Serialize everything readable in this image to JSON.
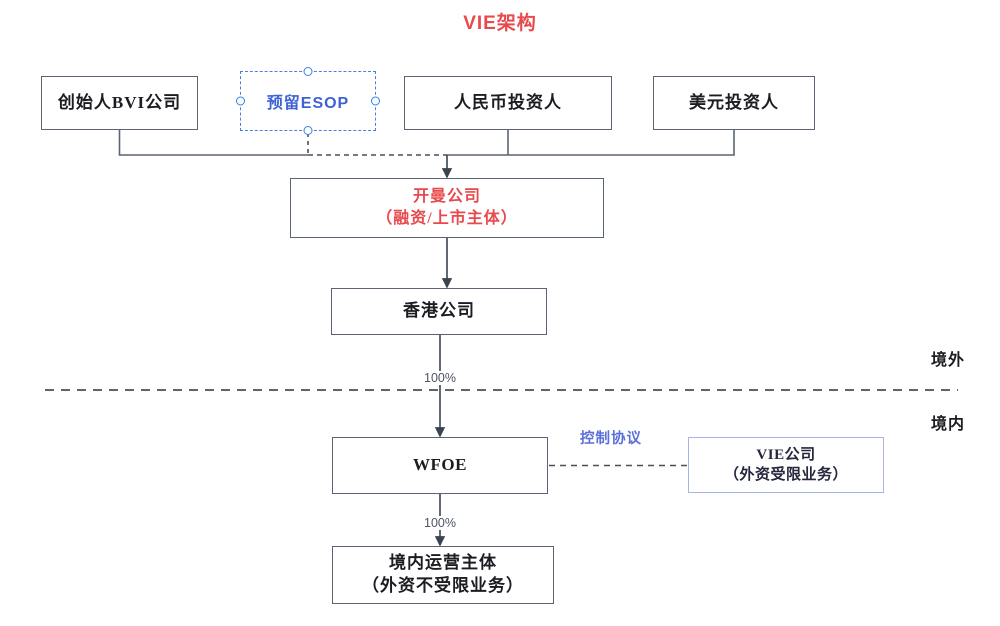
{
  "title": "VIE架构",
  "colors": {
    "title_red": "#e8494d",
    "accent_red": "#e8494d",
    "esop_blue": "#3d62d6",
    "esop_border": "#4a7fe8",
    "handle_blue": "#2f86e0",
    "vie_border": "#a9b3e8",
    "control_label_blue": "#5b6fd8",
    "box_border": "#5a6472",
    "text_dark": "#1c1c22"
  },
  "nodes": {
    "founder": {
      "label": "创始人BVI公司"
    },
    "esop": {
      "label": "预留ESOP",
      "selected": true
    },
    "rmb_investor": {
      "label": "人民币投资人"
    },
    "usd_investor": {
      "label": "美元投资人"
    },
    "cayman": {
      "line1": "开曼公司",
      "line2": "（融资/上市主体）"
    },
    "hongkong": {
      "label": "香港公司"
    },
    "wfoe": {
      "label": "WFOE"
    },
    "domestic": {
      "line1": "境内运营主体",
      "line2": "（外资不受限业务）"
    },
    "vie": {
      "line1": "VIE公司",
      "line2": "（外资受限业务）"
    }
  },
  "edges": {
    "hk_to_wfoe_pct": "100%",
    "wfoe_to_domestic_pct": "100%",
    "control_agreement": "控制协议"
  },
  "regions": {
    "offshore": "境外",
    "onshore": "境内"
  }
}
